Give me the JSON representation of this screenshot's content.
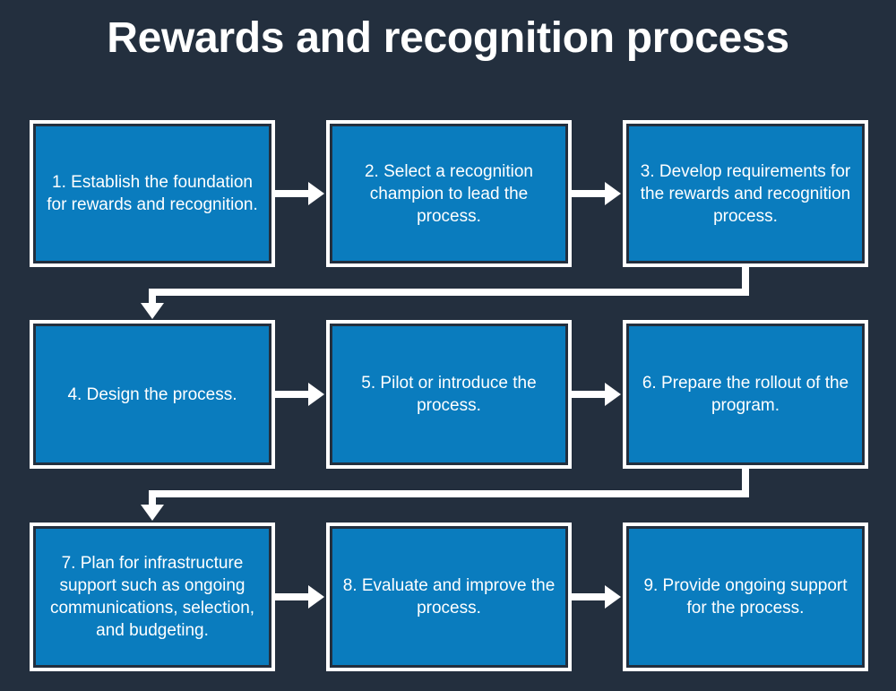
{
  "title": "Rewards and recognition process",
  "colors": {
    "background": "#232f3e",
    "node_fill": "#0a7cbe",
    "node_border": "#ffffff",
    "connector": "#ffffff",
    "text": "#ffffff"
  },
  "diagram": {
    "type": "flowchart",
    "layout": "3x3-serpentine",
    "steps": [
      {
        "number": "1",
        "label": "1. Establish the foundation for rewards and recognition."
      },
      {
        "number": "2",
        "label": "2. Select a recognition champion to lead the process."
      },
      {
        "number": "3",
        "label": "3. Develop requirements for the rewards and recognition process."
      },
      {
        "number": "4",
        "label": "4. Design the process."
      },
      {
        "number": "5",
        "label": "5. Pilot or introduce the process."
      },
      {
        "number": "6",
        "label": "6. Prepare the rollout of the program."
      },
      {
        "number": "7",
        "label": "7. Plan for infrastructure support such as ongoing communications, selection, and budgeting."
      },
      {
        "number": "8",
        "label": "8. Evaluate and improve the process."
      },
      {
        "number": "9",
        "label": "9. Provide ongoing support for the process."
      }
    ],
    "connectors": [
      {
        "from": "1",
        "to": "2",
        "direction": "right"
      },
      {
        "from": "2",
        "to": "3",
        "direction": "right"
      },
      {
        "from": "3",
        "to": "4",
        "direction": "down-left-down"
      },
      {
        "from": "4",
        "to": "5",
        "direction": "right"
      },
      {
        "from": "5",
        "to": "6",
        "direction": "right"
      },
      {
        "from": "6",
        "to": "7",
        "direction": "down-left-down"
      },
      {
        "from": "7",
        "to": "8",
        "direction": "right"
      },
      {
        "from": "8",
        "to": "9",
        "direction": "right"
      }
    ]
  }
}
